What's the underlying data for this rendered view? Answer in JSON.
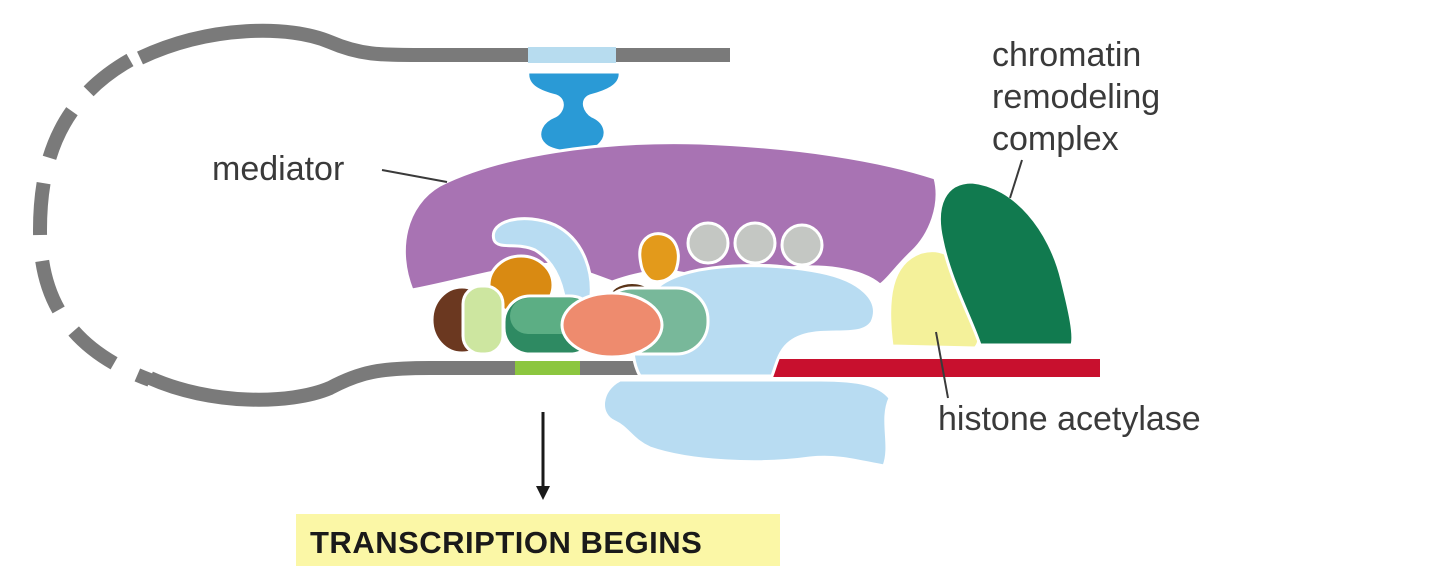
{
  "labels": {
    "mediator": "mediator",
    "chromatin_line1": "chromatin",
    "chromatin_line2": "remodeling",
    "chromatin_line3": "complex",
    "histone_acetylase": "histone acetylase",
    "caption": "TRANSCRIPTION BEGINS"
  },
  "colors": {
    "dna": "#7a7a7a",
    "mediator": "#a873b3",
    "activator": "#2a9ad6",
    "binding_site": "#b7dcef",
    "chromatin_remodeling": "#117a4f",
    "histone_acetylase": "#f4f19a",
    "rna_polymerase": "#b8dcf2",
    "transcribed_dna": "#c8102e",
    "tata_box": "#8cc63f",
    "caption_highlight": "#fbf7a6"
  }
}
